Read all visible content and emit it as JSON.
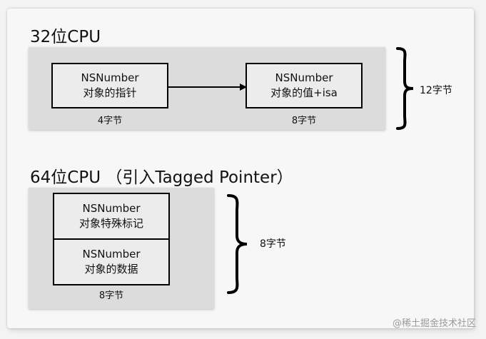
{
  "section32": {
    "title": "32位CPU",
    "pointer_box": {
      "line1": "NSNumber",
      "line2": "对象的指针",
      "size": "4字节"
    },
    "object_box": {
      "line1": "NSNumber",
      "line2": "对象的值+isa",
      "size": "8字节"
    },
    "total": "12字节"
  },
  "section64": {
    "title": "64位CPU （引入Tagged Pointer）",
    "tag_box": {
      "line1": "NSNumber",
      "line2": "对象特殊标记"
    },
    "data_box": {
      "line1": "NSNumber",
      "line2": "对象的数据"
    },
    "size": "8字节",
    "total": "8字节"
  },
  "watermark": "@稀土掘金技术社区"
}
